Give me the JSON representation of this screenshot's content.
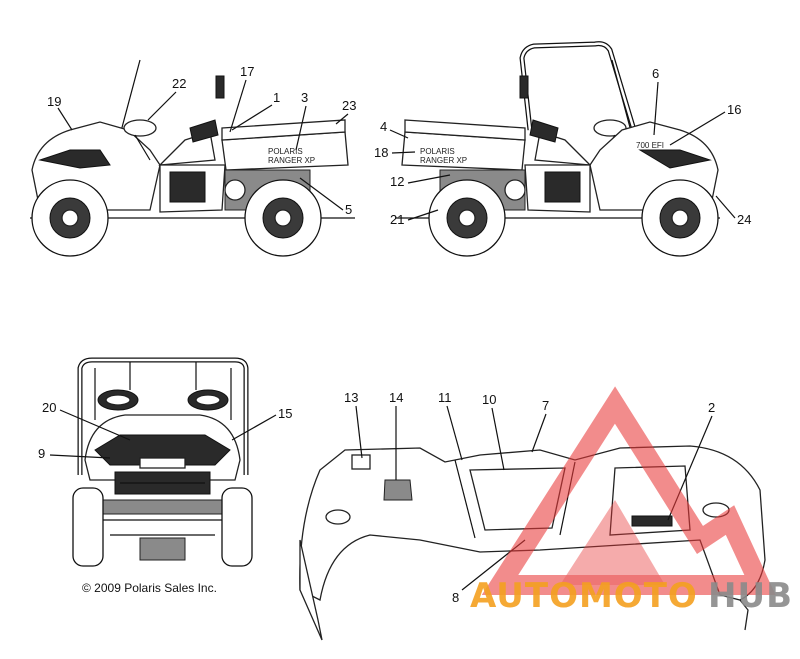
{
  "callouts": {
    "c1": "1",
    "c2": "2",
    "c3": "3",
    "c4": "4",
    "c5": "5",
    "c6": "6",
    "c7": "7",
    "c8": "8",
    "c9": "9",
    "c10": "10",
    "c11": "11",
    "c12": "12",
    "c13": "13",
    "c14": "14",
    "c15": "15",
    "c16": "16",
    "c17": "17",
    "c18": "18",
    "c19": "19",
    "c20": "20",
    "c21": "21",
    "c22": "22",
    "c23": "23",
    "c24": "24"
  },
  "decals": {
    "ranger_left": "RANGER XP",
    "ranger_right": "RANGER XP",
    "polaris_small": "POLARIS",
    "model_number": "700 EFI"
  },
  "copyright": "© 2009 Polaris Sales Inc.",
  "watermark": {
    "part1": "AUTOMOTO",
    "part2": "HUB",
    "color_orange": "#f4a020",
    "color_red": "#e83a3a",
    "color_gray": "#8a8a8a"
  }
}
